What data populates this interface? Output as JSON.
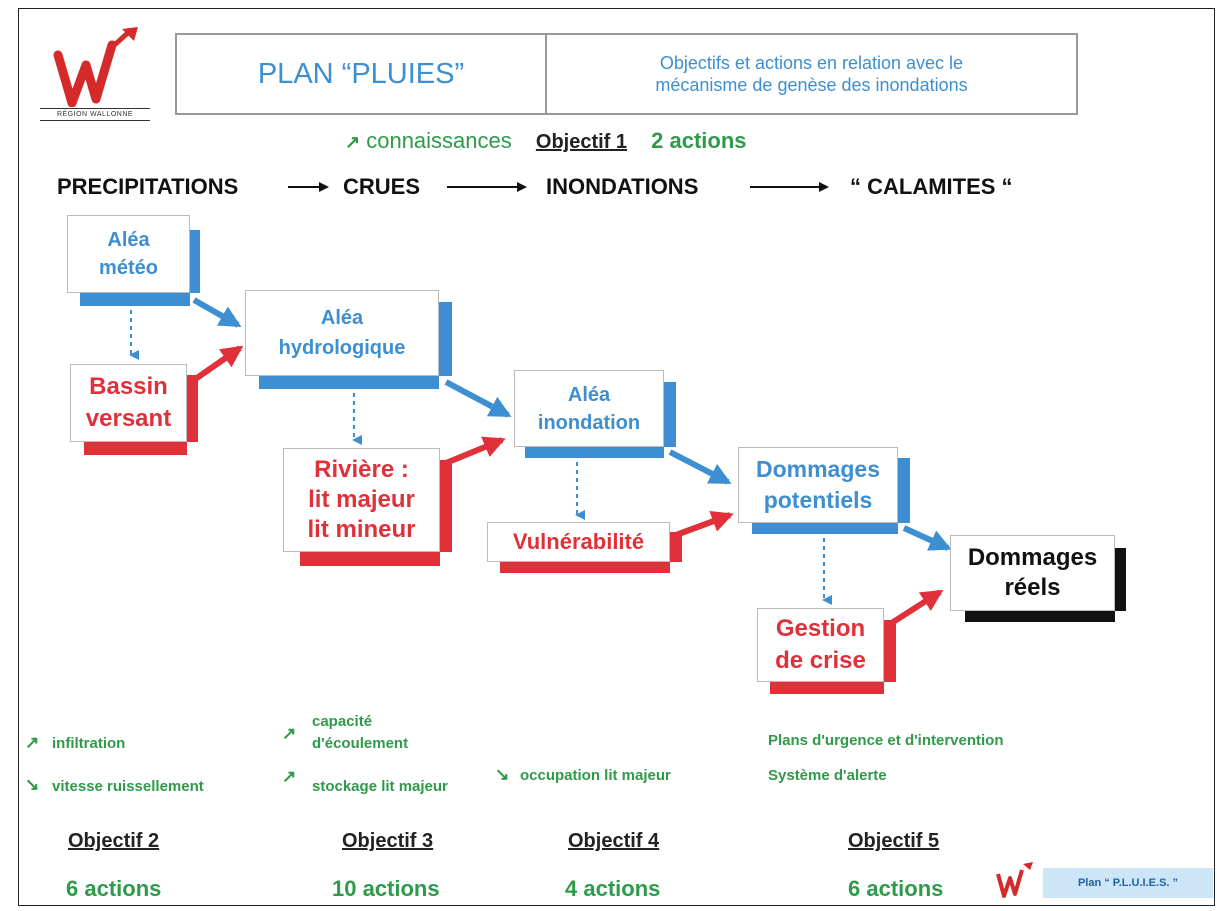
{
  "header": {
    "title": "PLAN “PLUIES”",
    "subtitle_line1": "Objectifs et actions en relation avec le",
    "subtitle_line2": "mécanisme de genèse des inondations",
    "logo_text": "RÉGION WALLONNE"
  },
  "objective1": {
    "arrow": "↗",
    "label": "connaissances",
    "title": "Objectif 1",
    "actions": "2 actions"
  },
  "flow": {
    "precipitations": "PRECIPITATIONS",
    "crues": "CRUES",
    "inondations": "INONDATIONS",
    "calamites": "“ CALAMITES “"
  },
  "boxes": {
    "alea_meteo_1": "Aléa",
    "alea_meteo_2": "météo",
    "bassin_1": "Bassin",
    "bassin_2": "versant",
    "alea_hydro_1": "Aléa",
    "alea_hydro_2": "hydrologique",
    "riviere_1": "Rivière :",
    "riviere_2": "lit majeur",
    "riviere_3": "lit mineur",
    "alea_inond_1": "Aléa",
    "alea_inond_2": "inondation",
    "vulnerabilite": "Vulnérabilité",
    "dommages_pot_1": "Dommages",
    "dommages_pot_2": "potentiels",
    "gestion_1": "Gestion",
    "gestion_2": "de crise",
    "dommages_reels_1": "Dommages",
    "dommages_reels_2": "réels"
  },
  "measures": {
    "infiltration": "infiltration",
    "vitesse": "vitesse ruissellement",
    "capacite_1": "capacité",
    "capacite_2": "d'écoulement",
    "stockage": "stockage lit majeur",
    "occupation": "occupation lit majeur",
    "plans": "Plans d'urgence et d'intervention",
    "alerte": "Système d'alerte",
    "up_arrow": "↗",
    "down_arrow": "↘"
  },
  "objectives": [
    {
      "title": "Objectif 2",
      "actions": "6 actions"
    },
    {
      "title": "Objectif 3",
      "actions": "10 actions"
    },
    {
      "title": "Objectif 4",
      "actions": "4 actions"
    },
    {
      "title": "Objectif 5",
      "actions": "6 actions"
    }
  ],
  "footer": {
    "tag": "Plan “ P.L.U.I.E.S. ”"
  },
  "colors": {
    "blue": "#3d8fd1",
    "red": "#e0313a",
    "green": "#2e9a4a"
  }
}
